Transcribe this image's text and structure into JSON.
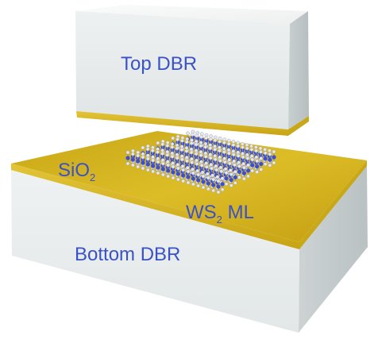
{
  "labels": {
    "top_dbr": "Top DBR",
    "sio2_main": "SiO",
    "sio2_sub": "2",
    "ws2_main": "WS",
    "ws2_sub": "2",
    "ws2_suffix": " ML",
    "bottom_dbr": "Bottom DBR"
  },
  "colors": {
    "label_text": "#3a52c8",
    "dbr_face_light": "#f3f5f5",
    "dbr_face_shade": "#c9cfd0",
    "gold_layer": "#d9b81c",
    "tungsten_atom": "#3b4fd6",
    "sulfur_atom": "#e8e8ec"
  }
}
